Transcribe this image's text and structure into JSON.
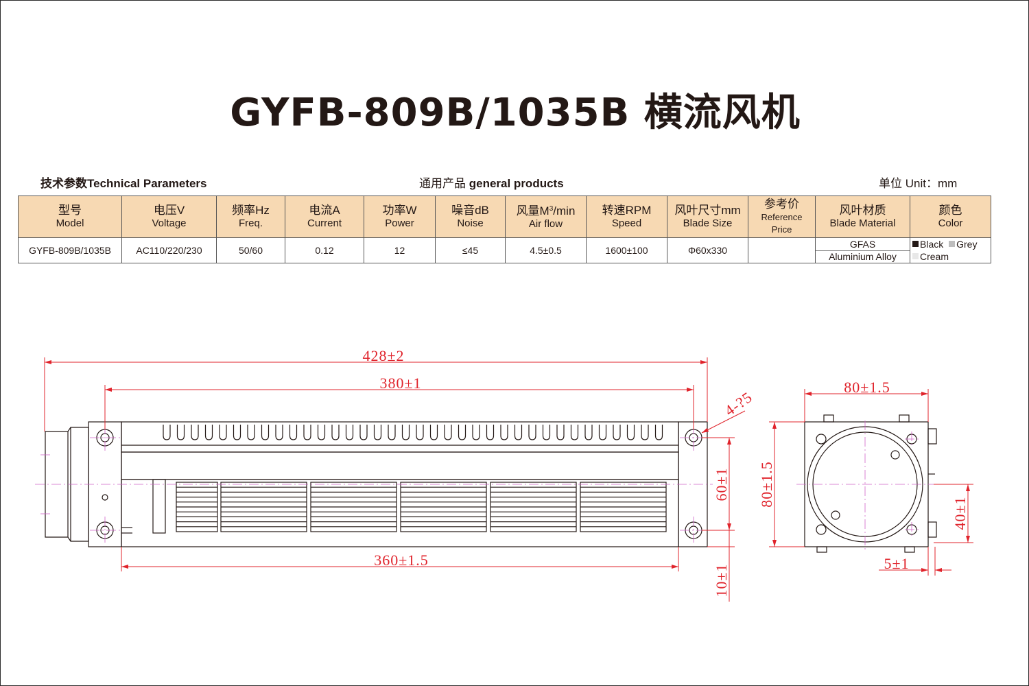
{
  "title": "GYFB-809B/1035B 横流风机",
  "header": {
    "left_cn": "技术参数",
    "left_en": "Technical Parameters",
    "mid_cn": "通用产品",
    "mid_en": "general products",
    "right_cn": "单位",
    "right_en": "Unit：mm"
  },
  "table": {
    "columns": [
      {
        "cn": "型号",
        "en": "Model"
      },
      {
        "cn": "电压V",
        "en": "Voltage"
      },
      {
        "cn": "频率Hz",
        "en": "Freq."
      },
      {
        "cn": "电流A",
        "en": "Current"
      },
      {
        "cn": "功率W",
        "en": "Power"
      },
      {
        "cn": "噪音dB",
        "en": "Noise"
      },
      {
        "cn": "风量M",
        "sup": "3",
        "cn_tail": "/min",
        "en": "Air flow"
      },
      {
        "cn": "转速RPM",
        "en": "Speed"
      },
      {
        "cn": "风叶尺寸mm",
        "en": "Blade Size"
      },
      {
        "cn": "参考价",
        "en": "Reference",
        "en2": "Price"
      },
      {
        "cn": "风叶材质",
        "en": "Blade Material"
      },
      {
        "cn": "颜色",
        "en": "Color"
      }
    ],
    "row": {
      "model": "GYFB-809B/1035B",
      "voltage": "AC110/220/230",
      "freq": "50/60",
      "current": "0.12",
      "power": "12",
      "noise": "≤45",
      "airflow": "4.5±0.5",
      "speed": "1600±100",
      "blade_size": "Φ60x330",
      "price": "",
      "material_1": "GFAS",
      "material_2": "Aluminium Alloy",
      "color_1": "Black",
      "color_2": "Grey",
      "color_3": "Cream"
    }
  },
  "swatch_colors": {
    "black": "#231815",
    "grey": "#bdbdbd",
    "cream": "#e8e8e8"
  },
  "dimensions": {
    "overall_length": "428±2",
    "mount_pitch": "380±1",
    "blade_length": "360±1.5",
    "hole": "4-?5",
    "height_hole": "60±1",
    "bottom_offset": "10±1",
    "end_width": "80±1.5",
    "end_height": "80±1.5",
    "end_hole_spacing": "40±1",
    "end_offset": "5±1"
  },
  "drawing_colors": {
    "dim": "#e0232b",
    "line": "#231815",
    "center": "#d063c8"
  }
}
